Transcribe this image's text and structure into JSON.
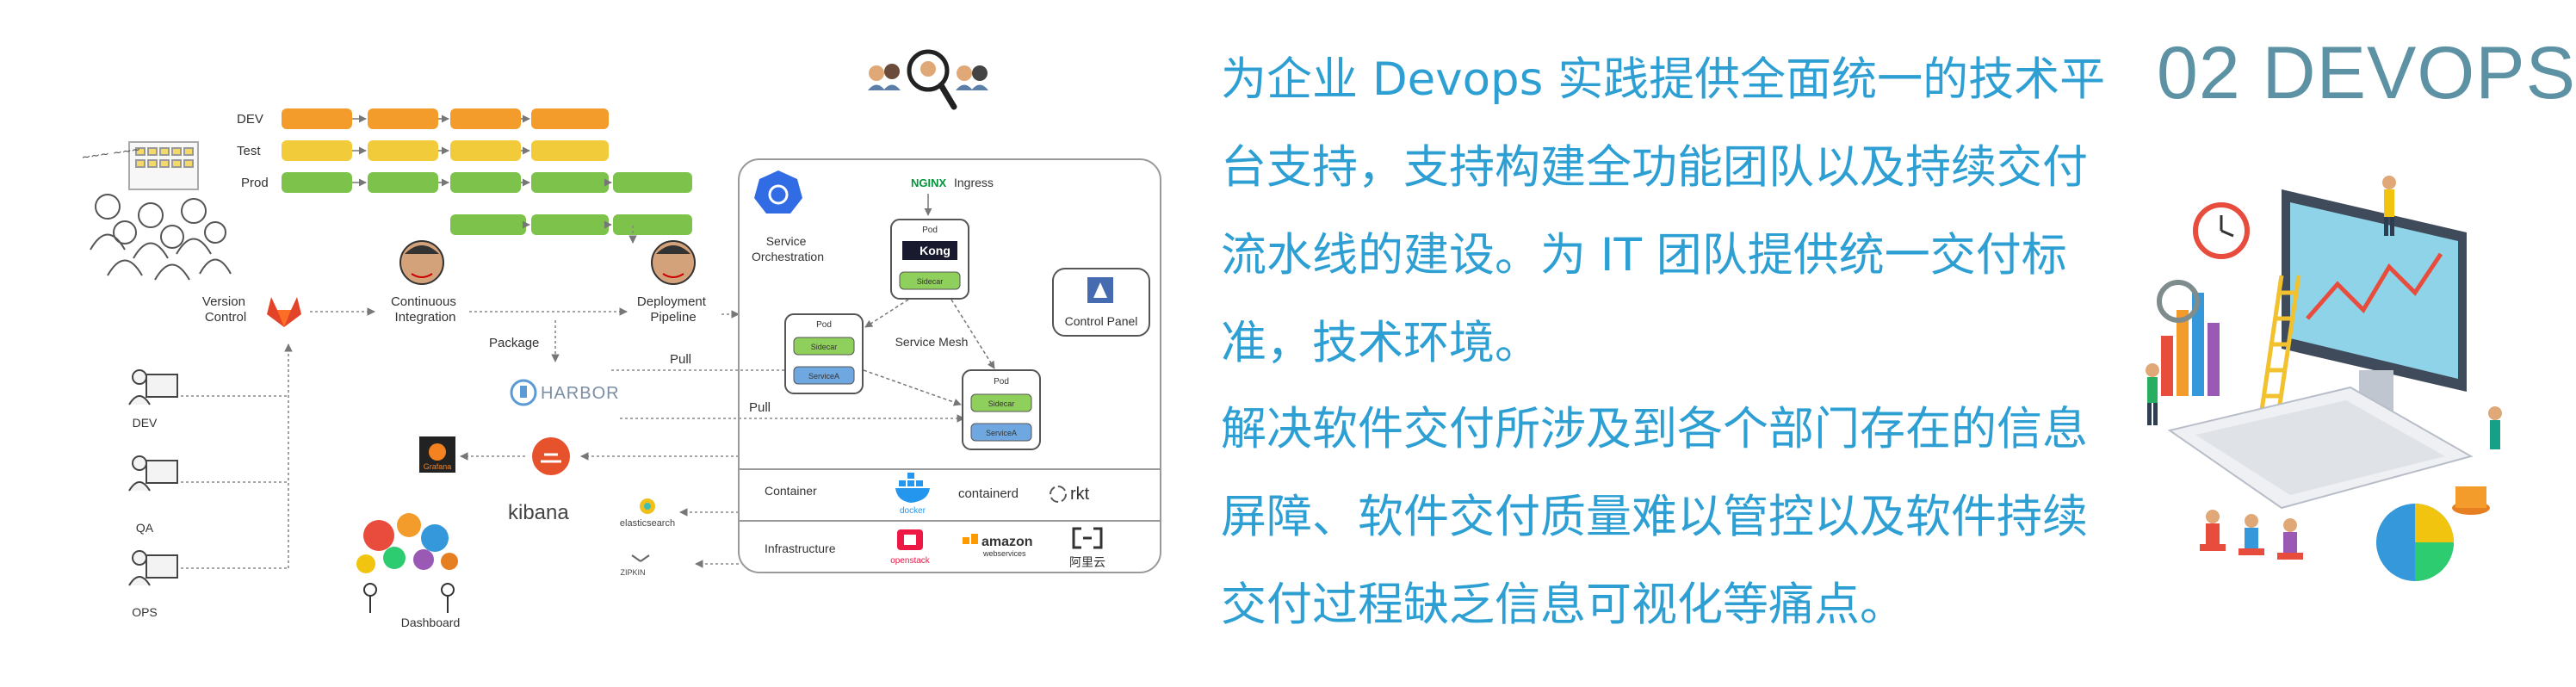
{
  "section_title": "02 DEVOPS",
  "description": [
    "为企业 Devops 实践提供全面统一的技术平台支持，支持构建全功能团队以及持续交付流水线的建设。为 IT 团队提供统一交付标准，技术环境。",
    "解决软件交付所涉及到各个部门存在的信息屏障、软件交付质量难以管控以及软件持续交付过程缺乏信息可视化等痛点。"
  ],
  "pipeline": {
    "env_labels": [
      "DEV",
      "Test",
      "Prod"
    ],
    "colors": {
      "dev": "#f39c2c",
      "test": "#f2cb3a",
      "prod": "#7dc24b"
    }
  },
  "diagram": {
    "version_control": "Version\nControl",
    "continuous_integration": "Continuous\nIntegration",
    "deployment_pipeline": "Deployment\nPipeline",
    "package": "Package",
    "harbor": "HARBOR",
    "pull_1": "Pull",
    "pull_2": "Pull",
    "grafana": "Grafana",
    "kibana": "kibana",
    "elasticsearch": "elasticsearch",
    "zipkin": "ZIPKIN",
    "dashboard": "Dashboard",
    "roles": [
      "DEV",
      "QA",
      "OPS"
    ],
    "ingress_brand": "NGINX",
    "ingress": "Ingress",
    "service_orchestration": "Service\nOrchestration",
    "control_panel": "Control Panel",
    "service_mesh": "Service Mesh",
    "pod": "Pod",
    "kong": "Kong",
    "sidecar": "Sidecar",
    "service_a": "ServiceA",
    "container_layer": "Container",
    "infrastructure_layer": "Infrastructure",
    "docker": "docker",
    "containerd": "containerd",
    "rkt": "rkt",
    "openstack": "openstack",
    "amazon": "amazon",
    "amazon_sub": "webservices",
    "aliyun": "阿里云"
  },
  "colors": {
    "text_accent": "#2d9fd3",
    "title": "#5d92a4",
    "arrow": "#777777"
  }
}
